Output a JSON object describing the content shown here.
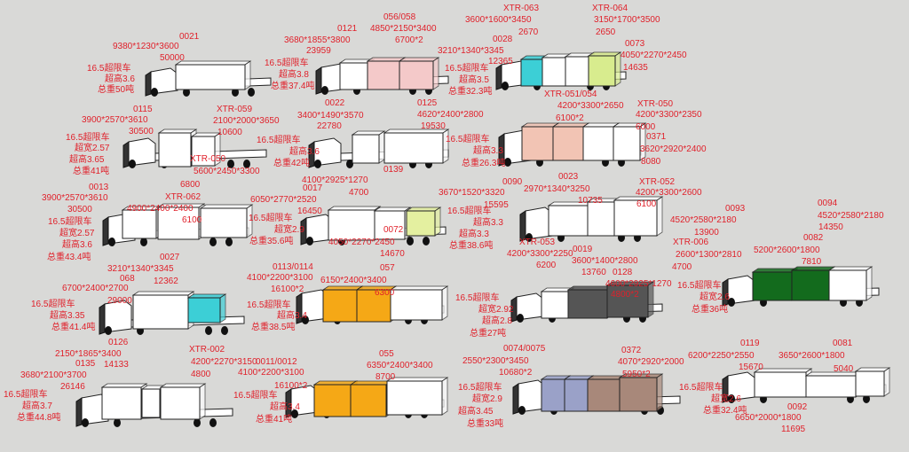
{
  "colors": {
    "text": "#e0212b",
    "truck_body": "#ffffff",
    "background": "#d9d9d7"
  },
  "groups": [
    {
      "id": "g1",
      "labels": [
        [
          "0021"
        ],
        [
          "9380*1230*3600"
        ],
        [
          "50000"
        ],
        [
          "16.5超限车"
        ],
        [
          "超高3.6"
        ],
        [
          "总重50吨"
        ]
      ],
      "cargo": [
        {
          "color": "#ffffff"
        }
      ]
    },
    {
      "id": "g2",
      "labels": [
        [
          "0121"
        ],
        [
          "3680*1855*3800"
        ],
        [
          "23959"
        ],
        [
          "056/058"
        ],
        [
          "4850*2150*3400"
        ],
        [
          "6700*2"
        ],
        [
          "16.5超限车"
        ],
        [
          "超高3.8"
        ],
        [
          "总重37.4吨"
        ]
      ],
      "cargo": [
        {
          "color": "#ffffff"
        },
        {
          "color": "#f4c9c9"
        },
        {
          "color": "#f4c9c9"
        }
      ]
    },
    {
      "id": "g3",
      "labels": [
        [
          "XTR-063"
        ],
        [
          "3600*1600*3450"
        ],
        [
          "2670"
        ],
        [
          "XTR-064"
        ],
        [
          "3150*1700*3500"
        ],
        [
          "2650"
        ],
        [
          "0028"
        ],
        [
          "3210*1340*3345"
        ],
        [
          "12365"
        ],
        [
          "0073"
        ],
        [
          "4050*2270*2450"
        ],
        [
          "14635"
        ],
        [
          "16.5超限车"
        ],
        [
          "超高3.5"
        ],
        [
          "总重32.3吨"
        ]
      ],
      "cargo": [
        {
          "color": "#3ccfd6"
        },
        {
          "color": "#ffffff"
        },
        {
          "color": "#ffffff"
        },
        {
          "color": "#d8ec8e"
        }
      ]
    },
    {
      "id": "g4",
      "labels": [
        [
          "0115"
        ],
        [
          "3900*2570*3610"
        ],
        [
          "30500"
        ],
        [
          "XTR-059"
        ],
        [
          "2100*2000*3650"
        ],
        [
          "10600"
        ],
        [
          "16.5超限车"
        ],
        [
          "超宽2.57"
        ],
        [
          "超高3.65"
        ],
        [
          "总重41吨"
        ],
        [
          "XTR-050"
        ],
        [
          "5600*2450*3300"
        ]
      ],
      "cargo": [
        {
          "color": "#ffffff"
        },
        {
          "color": "#ffffff"
        }
      ]
    },
    {
      "id": "g5",
      "labels": [
        [
          "3400*1490*3570"
        ],
        [
          "22780"
        ],
        [
          "0022"
        ],
        [
          "0125"
        ],
        [
          "4620*2400*2800"
        ],
        [
          "19530"
        ],
        [
          "16.5超限车"
        ],
        [
          "超高3.6"
        ],
        [
          "总重42吨"
        ]
      ],
      "cargo": [
        {
          "color": "#ffffff"
        },
        {
          "color": "#ffffff"
        }
      ]
    },
    {
      "id": "g6",
      "labels": [
        [
          "XTR-051/054"
        ],
        [
          "4200*3300*2650"
        ],
        [
          "6100*2"
        ],
        [
          "XTR-050"
        ],
        [
          "4200*3300*2350"
        ],
        [
          "6000"
        ],
        [
          "0371"
        ],
        [
          "3620*2920*2400"
        ],
        [
          "8080"
        ],
        [
          "16.5超限车"
        ],
        [
          "超高3.3"
        ],
        [
          "总重26.3吨"
        ]
      ],
      "cargo": [
        {
          "color": "#f2c4b4"
        },
        {
          "color": "#f2c4b4"
        },
        {
          "color": "#ffffff"
        },
        {
          "color": "#ffffff"
        }
      ]
    },
    {
      "id": "g7",
      "labels": [
        [
          "0013"
        ],
        [
          "3900*2570*3610"
        ],
        [
          "30500"
        ],
        [
          "6800"
        ],
        [
          "XTR-062"
        ],
        [
          "4900*2400*2400"
        ],
        [
          "6100"
        ],
        [
          "16.5超限车"
        ],
        [
          "超宽2.57"
        ],
        [
          "超高3.6"
        ],
        [
          "总重43.4吨"
        ]
      ],
      "cargo": [
        {
          "color": "#ffffff"
        },
        {
          "color": "#ffffff"
        },
        {
          "color": "#ffffff"
        }
      ]
    },
    {
      "id": "g8",
      "labels": [
        [
          "4100*2925*1270"
        ],
        [
          "4700"
        ],
        [
          "0139"
        ],
        [
          "0017"
        ],
        [
          "6050*2770*2520"
        ],
        [
          "16450"
        ],
        [
          "0072"
        ],
        [
          "4050*2270*2450"
        ],
        [
          "14670"
        ],
        [
          "16.5超限车"
        ],
        [
          "超宽2.9"
        ],
        [
          "总重35.6吨"
        ]
      ],
      "cargo": [
        {
          "color": "#ffffff"
        },
        {
          "color": "#ffffff"
        },
        {
          "color": "#e4f0a0"
        }
      ]
    },
    {
      "id": "g9",
      "labels": [
        [
          "3670*1520*3320"
        ],
        [
          "15595"
        ],
        [
          "0090"
        ],
        [
          "2970*1340*3250"
        ],
        [
          "10735"
        ],
        [
          "0023"
        ],
        [
          "XTR-052"
        ],
        [
          "4200*3300*2600"
        ],
        [
          "6100"
        ],
        [
          "16.5超限车"
        ],
        [
          "超高3.3"
        ],
        [
          "超高3.3"
        ],
        [
          "总重38.6吨"
        ]
      ],
      "cargo": [
        {
          "color": "#ffffff"
        },
        {
          "color": "#ffffff"
        },
        {
          "color": "#ffffff"
        }
      ]
    },
    {
      "id": "g10",
      "labels": [
        [
          "0093"
        ],
        [
          "4520*2580*2180"
        ],
        [
          "13900"
        ],
        [
          "0094"
        ],
        [
          "4520*2580*2180"
        ],
        [
          "14350"
        ],
        [
          "0082"
        ],
        [
          "5200*2600*1800"
        ],
        [
          "7810"
        ],
        [
          "XTR-006"
        ],
        [
          "2600*1300*2810"
        ],
        [
          "4700"
        ],
        [
          "16.5超限车"
        ],
        [
          "超宽2.6"
        ],
        [
          "总重36吨"
        ]
      ],
      "cargo": [
        {
          "color": "#136b1d"
        },
        {
          "color": "#136b1d"
        },
        {
          "color": "#ffffff"
        }
      ]
    },
    {
      "id": "g11",
      "labels": [
        [
          "0027"
        ],
        [
          "3210*1340*3345"
        ],
        [
          "068"
        ],
        [
          "12362"
        ],
        [
          "6700*2400*2700"
        ],
        [
          "29000"
        ],
        [
          "16.5超限车"
        ],
        [
          "超高3.35"
        ],
        [
          "总重41.4吨"
        ]
      ],
      "cargo": [
        {
          "color": "#ffffff"
        },
        {
          "color": "#3ccfd6"
        }
      ]
    },
    {
      "id": "g12",
      "labels": [
        [
          "0113/0114"
        ],
        [
          "4100*2200*3100"
        ],
        [
          "16100*2"
        ],
        [
          "6150*2400*3400"
        ],
        [
          "057"
        ],
        [
          "6300"
        ],
        [
          "16.5超限车"
        ],
        [
          "超高3.4"
        ],
        [
          "总重38.5吨"
        ]
      ],
      "cargo": [
        {
          "color": "#f5a816"
        },
        {
          "color": "#f5a816"
        },
        {
          "color": "#ffffff"
        }
      ]
    },
    {
      "id": "g13",
      "labels": [
        [
          "XTR-053"
        ],
        [
          "4200*3300*2250"
        ],
        [
          "6200"
        ],
        [
          "0019"
        ],
        [
          "3600*1400*2800"
        ],
        [
          "13760"
        ],
        [
          "0128"
        ],
        [
          "4600*2925*1270"
        ],
        [
          "4800*2"
        ],
        [
          "16.5超限车"
        ],
        [
          "超宽2.92"
        ],
        [
          "超高2.8"
        ],
        [
          "总重27吨"
        ]
      ],
      "cargo": [
        {
          "color": "#ffffff"
        },
        {
          "color": "#555555"
        },
        {
          "color": "#555555"
        }
      ]
    },
    {
      "id": "g14",
      "labels": [
        [
          "0126"
        ],
        [
          "2150*1865*3400"
        ],
        [
          "0135"
        ],
        [
          "14133"
        ],
        [
          "3680*2100*3700"
        ],
        [
          "26146"
        ],
        [
          "XTR-002"
        ],
        [
          "4200*2270*3150"
        ],
        [
          "4800"
        ],
        [
          "16.5超限车"
        ],
        [
          "超高3.7"
        ],
        [
          "总重44.8吨"
        ]
      ],
      "cargo": [
        {
          "color": "#ffffff"
        },
        {
          "color": "#ffffff"
        },
        {
          "color": "#ffffff"
        }
      ]
    },
    {
      "id": "g15",
      "labels": [
        [
          "0011/0012"
        ],
        [
          "4100*2200*3100"
        ],
        [
          "16100*2"
        ],
        [
          "055"
        ],
        [
          "6350*2400*3400"
        ],
        [
          "8700"
        ],
        [
          "16.5超限车"
        ],
        [
          "超高3.4"
        ],
        [
          "总重41吨"
        ]
      ],
      "cargo": [
        {
          "color": "#f5a816"
        },
        {
          "color": "#f5a816"
        },
        {
          "color": "#ffffff"
        }
      ]
    },
    {
      "id": "g16",
      "labels": [
        [
          "0074/0075"
        ],
        [
          "2550*2300*3450"
        ],
        [
          "10680*2"
        ],
        [
          "0372"
        ],
        [
          "4070*2920*2000"
        ],
        [
          "5950*2"
        ],
        [
          "16.5超限车"
        ],
        [
          "超宽2.9"
        ],
        [
          "超高3.45"
        ],
        [
          "总重33吨"
        ]
      ],
      "cargo": [
        {
          "color": "#9aa1c8"
        },
        {
          "color": "#9aa1c8"
        },
        {
          "color": "#a8887a"
        },
        {
          "color": "#a8887a"
        }
      ]
    },
    {
      "id": "g17",
      "labels": [
        [
          "0119"
        ],
        [
          "6200*2250*2550"
        ],
        [
          "15670"
        ],
        [
          "0081"
        ],
        [
          "3650*2600*1800"
        ],
        [
          "5040"
        ],
        [
          "16.5超限车"
        ],
        [
          "超宽2.6"
        ],
        [
          "总重32.4吨"
        ],
        [
          "0092"
        ],
        [
          "6650*2000*1800"
        ],
        [
          "11695"
        ]
      ],
      "cargo": [
        {
          "color": "#ffffff"
        },
        {
          "color": "#ffffff"
        },
        {
          "color": "#ffffff"
        }
      ]
    }
  ]
}
